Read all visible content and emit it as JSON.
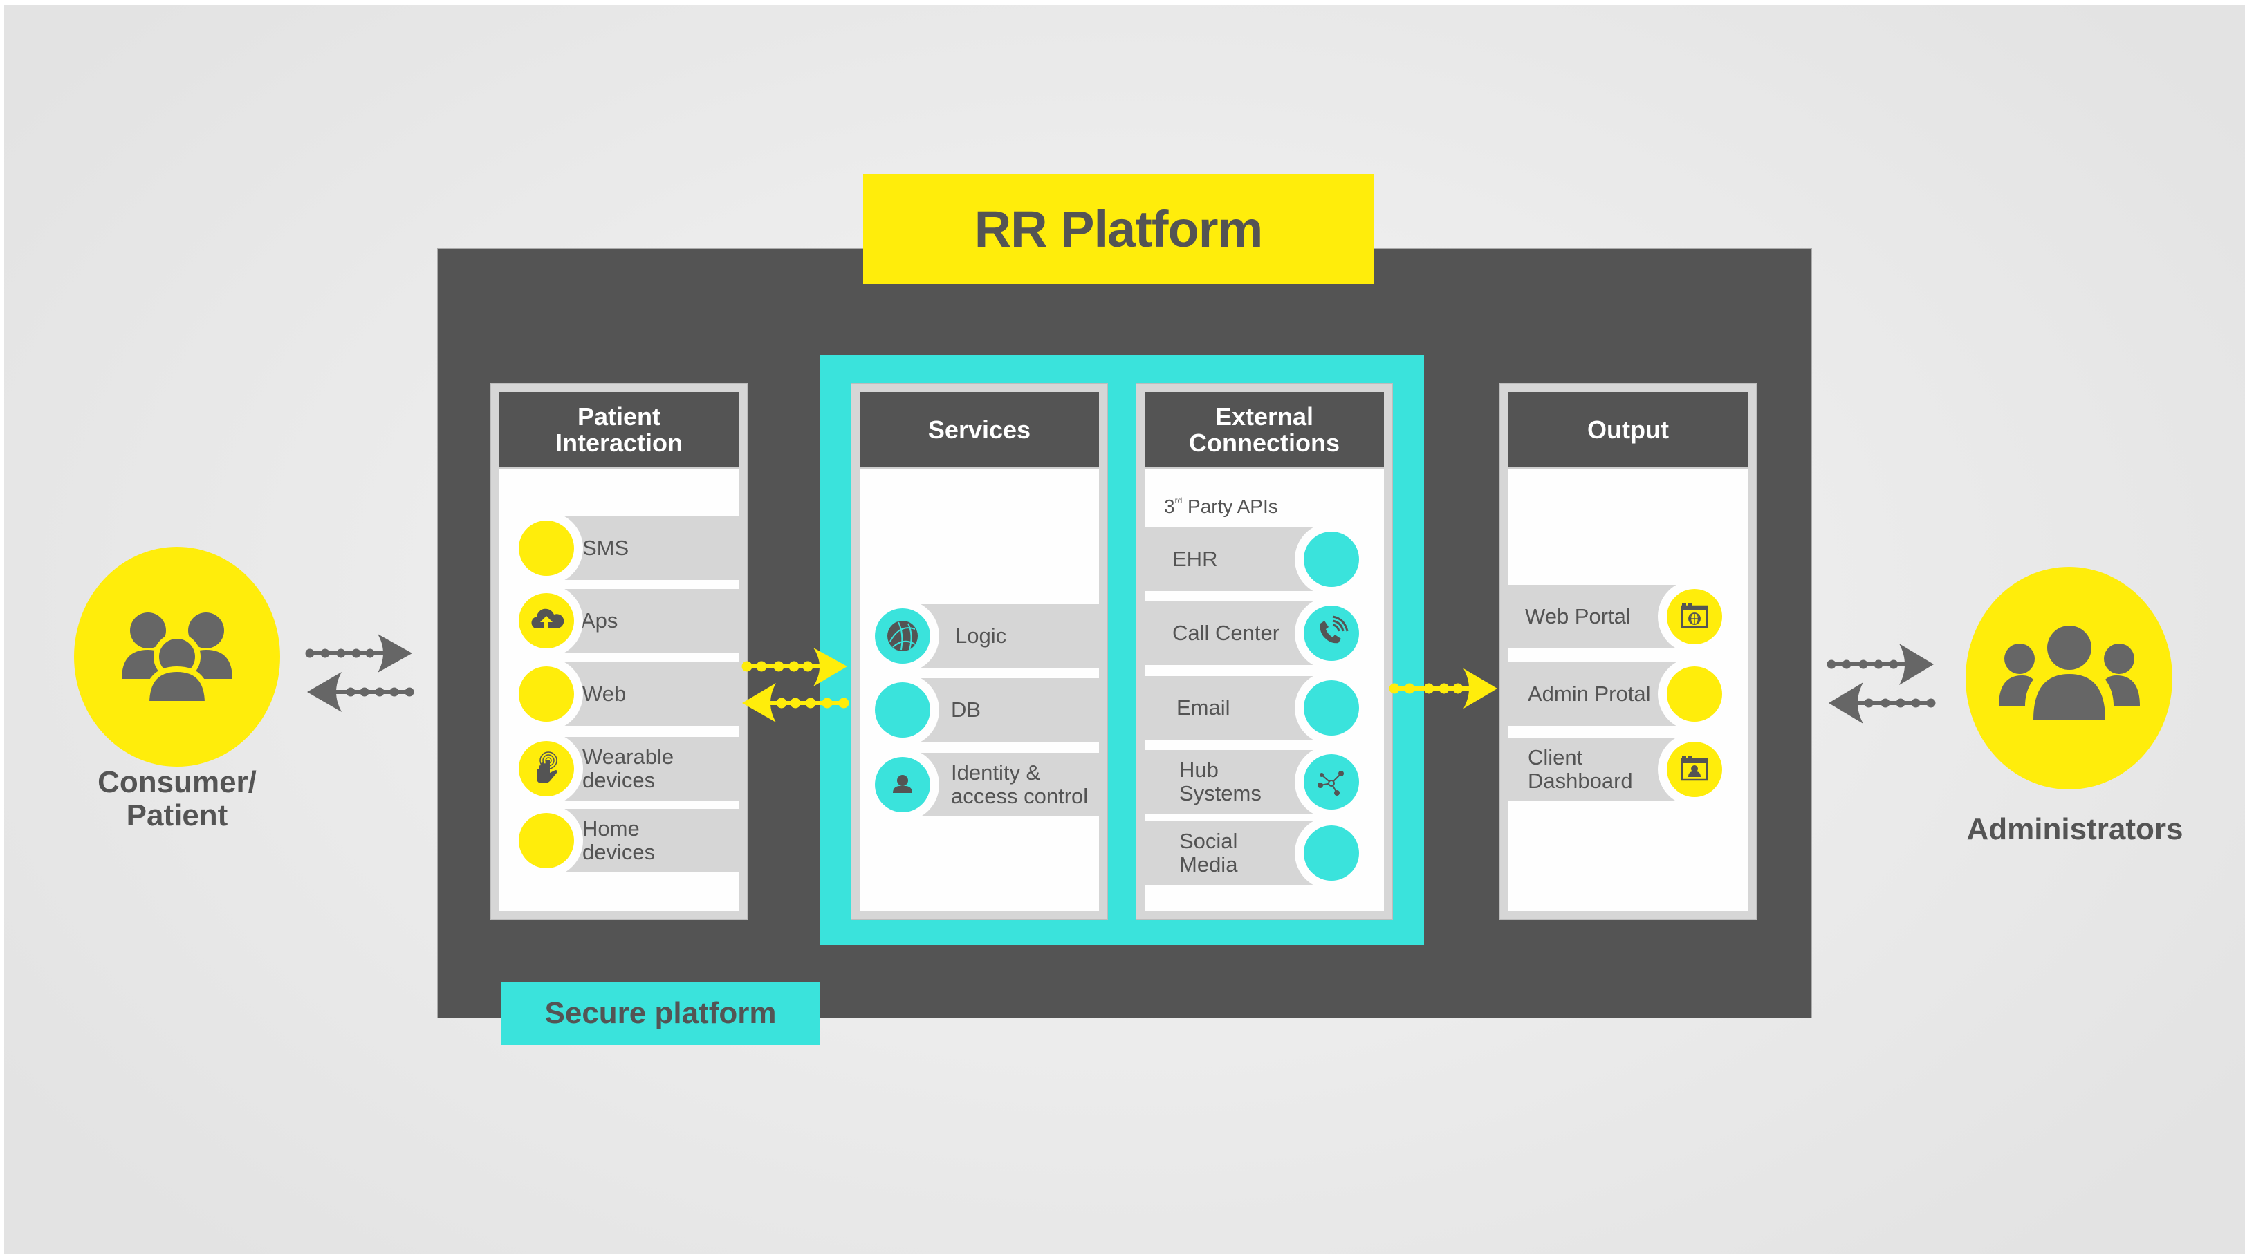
{
  "title": "RR Platform",
  "secure_label": "Secure platform",
  "colors": {
    "yellow": "#ffed0b",
    "teal": "#3ae3dc",
    "dark": "#545454",
    "row_gray": "#d6d6d6"
  },
  "actors": {
    "left": {
      "label": "Consumer/\nPatient",
      "icon": "group-users-icon"
    },
    "right": {
      "label": "Administrators",
      "icon": "group-users-icon"
    }
  },
  "panels": {
    "patient": {
      "header": "Patient\nInteraction",
      "items": [
        {
          "label": "SMS",
          "icon": "none"
        },
        {
          "label": "Aps",
          "icon": "cloud-upload-icon"
        },
        {
          "label": "Web",
          "icon": "none"
        },
        {
          "label": "Wearable\ndevices",
          "icon": "touch-hand-icon"
        },
        {
          "label": "Home\ndevices",
          "icon": "none"
        }
      ]
    },
    "services": {
      "header": "Services",
      "items": [
        {
          "label": "Logic",
          "icon": "globe-network-icon"
        },
        {
          "label": "DB",
          "icon": "none"
        },
        {
          "label": "Identity &\naccess control",
          "icon": "user-icon"
        }
      ]
    },
    "external": {
      "header": "External\nConnections",
      "subheading": {
        "number": "3",
        "suffix": "rd",
        "text": " Party APIs"
      },
      "items": [
        {
          "label": "EHR",
          "icon": "none"
        },
        {
          "label": "Call Center",
          "icon": "phone-call-icon"
        },
        {
          "label": "Email",
          "icon": "none"
        },
        {
          "label": "Hub\nSystems",
          "icon": "hub-network-icon"
        },
        {
          "label": "Social\nMedia",
          "icon": "none"
        }
      ]
    },
    "output": {
      "header": "Output",
      "items": [
        {
          "label": "Web Portal",
          "icon": "browser-globe-icon"
        },
        {
          "label": "Admin Protal",
          "icon": "none"
        },
        {
          "label": "Client\nDashboard",
          "icon": "browser-user-icon"
        }
      ]
    }
  },
  "connections": [
    {
      "from": "Consumer/Patient",
      "to": "RR Platform",
      "direction": "bidirectional",
      "color": "gray"
    },
    {
      "from": "Patient Interaction",
      "to": "Services",
      "direction": "bidirectional",
      "color": "yellow"
    },
    {
      "from": "External Connections",
      "to": "Output",
      "direction": "forward",
      "color": "yellow"
    },
    {
      "from": "Administrators",
      "to": "RR Platform",
      "direction": "bidirectional",
      "color": "gray"
    }
  ]
}
